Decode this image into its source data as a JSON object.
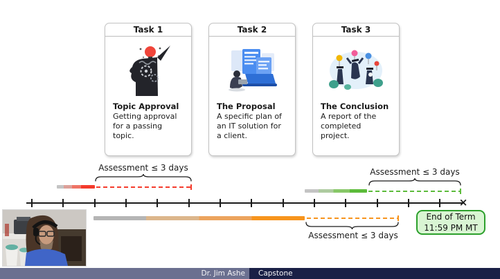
{
  "cards": [
    {
      "header": "Task 1",
      "title": "Topic Approval",
      "description": "Getting approval for a passing topic.",
      "icon": "idea-head-icon"
    },
    {
      "header": "Task 2",
      "title": "The Proposal",
      "description": "A specific plan of an IT solution for a client.",
      "icon": "proposal-workstation-icon"
    },
    {
      "header": "Task 3",
      "title": "The Conclusion",
      "description": "A report of the completed project.",
      "icon": "graduation-celebration-icon"
    }
  ],
  "timeline": {
    "annotations": [
      {
        "label": "Assessment ≤ 3 days",
        "color": "#f43b2c",
        "position": "top-left"
      },
      {
        "label": "Assessment ≤ 3 days",
        "color": "#5cbb3a",
        "position": "top-right"
      },
      {
        "label": "Assessment ≤ 3 days",
        "color": "#f7941d",
        "position": "bottom"
      }
    ],
    "end_marker": "×",
    "badge": {
      "line1": "End of Term",
      "line2": "11:59 PM MT",
      "border_color": "#2ca02c",
      "fill_color": "#d9f5d3"
    }
  },
  "footer": {
    "presenter": "Dr. Jim Ashe",
    "course": "Capstone",
    "left_color": "#6b7090",
    "right_color": "#1a2046"
  }
}
